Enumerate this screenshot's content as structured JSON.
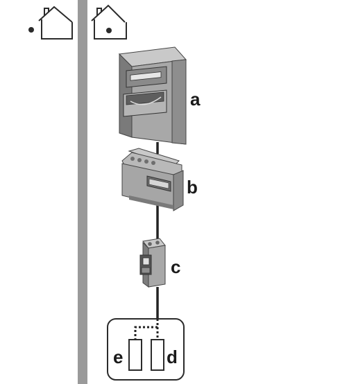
{
  "labels": {
    "a": "a",
    "b": "b",
    "c": "c",
    "d": "d",
    "e": "e"
  },
  "icons": {
    "house_1": "house-icon",
    "house_2": "house-icon",
    "meter": "electricity-meter-icon",
    "submeter": "din-rail-energy-meter-icon",
    "breaker": "circuit-breaker-icon",
    "outlet_box": "socket-enclosure-icon"
  },
  "colors": {
    "wall": "#999999",
    "device_body": "#a6a6a6",
    "device_dark": "#7a7a7a",
    "device_light": "#c9c9c9",
    "cable": "#222222",
    "outline": "#333333"
  }
}
